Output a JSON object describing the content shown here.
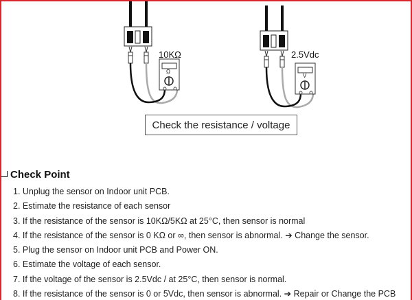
{
  "diagram": {
    "left_reading": "10KΩ",
    "left_meter_symbol": "Ω",
    "right_reading": "2.5Vdc",
    "right_meter_symbol": "V",
    "caption": "Check the resistance / voltage"
  },
  "check_point": {
    "heading": "Check Point",
    "items": [
      "1. Unplug the sensor on Indoor unit PCB.",
      "2. Estimate the resistance of each sensor",
      "3. If the resistance of the sensor is 10KΩ/5KΩ at 25°C, then sensor is normal",
      "4. If the resistance of the sensor is 0 KΩ or ∞, then sensor is abnormal. ➔ Change the sensor.",
      "5. Plug the sensor on Indoor unit PCB and Power ON.",
      "6. Estimate the voltage of each sensor.",
      "7. If the voltage of the sensor is 2.5Vdc / at 25°C, then sensor is normal.",
      "8. If the resistance of the sensor is 0 or 5Vdc, then sensor is abnormal. ➔ Repair or Change the PCB"
    ]
  }
}
